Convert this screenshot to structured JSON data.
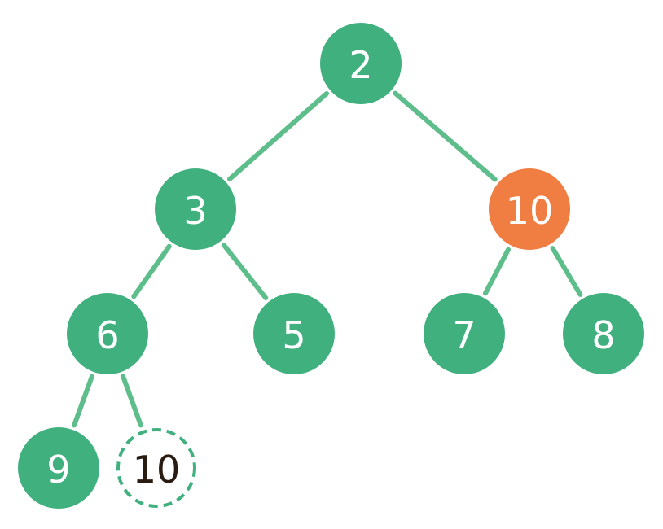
{
  "colors": {
    "node_fill": "#41B07F",
    "node_text": "#FFFFFF",
    "highlight_fill": "#F07E42",
    "edge": "#5DBE8B",
    "ghost_fill": "#FFFFFF",
    "ghost_stroke": "#41B07F",
    "ghost_text": "#2A1C10"
  },
  "tree": {
    "nodes": [
      {
        "id": "n1",
        "label": "2",
        "style": "normal"
      },
      {
        "id": "n2",
        "label": "3",
        "style": "normal"
      },
      {
        "id": "n3",
        "label": "10",
        "style": "highlight"
      },
      {
        "id": "n4",
        "label": "6",
        "style": "normal"
      },
      {
        "id": "n5",
        "label": "5",
        "style": "normal"
      },
      {
        "id": "n6",
        "label": "7",
        "style": "normal"
      },
      {
        "id": "n7",
        "label": "8",
        "style": "normal"
      },
      {
        "id": "n8",
        "label": "9",
        "style": "normal"
      },
      {
        "id": "n9",
        "label": "10",
        "style": "ghost"
      }
    ],
    "edges": [
      {
        "from": "n1",
        "to": "n2"
      },
      {
        "from": "n1",
        "to": "n3"
      },
      {
        "from": "n2",
        "to": "n4"
      },
      {
        "from": "n2",
        "to": "n5"
      },
      {
        "from": "n3",
        "to": "n6"
      },
      {
        "from": "n3",
        "to": "n7"
      },
      {
        "from": "n4",
        "to": "n8"
      },
      {
        "from": "n4",
        "to": "n9"
      }
    ]
  }
}
